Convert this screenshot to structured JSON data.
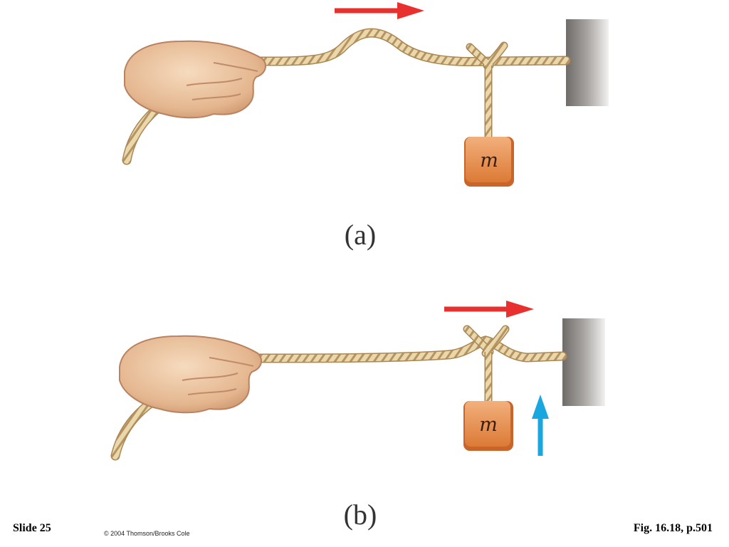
{
  "figure": {
    "panel_a": {
      "caption": "(a)",
      "mass_label": "m"
    },
    "panel_b": {
      "caption": "(b)",
      "mass_label": "m"
    }
  },
  "footer": {
    "slide": "Slide 25",
    "copyright": "© 2004 Thomson/Brooks Cole",
    "reference": "Fig. 16.18, p.501"
  },
  "colors": {
    "pulse_arrow": "#e8302f",
    "up_arrow": "#1aa7e0",
    "rope": "#e6d2a5",
    "mass_block": "#e28a4c",
    "wall": "#8d8a87"
  },
  "icons": [
    "hand-icon",
    "rope-icon",
    "mass-block-icon",
    "wall-icon",
    "arrow-right-icon",
    "arrow-up-icon"
  ]
}
